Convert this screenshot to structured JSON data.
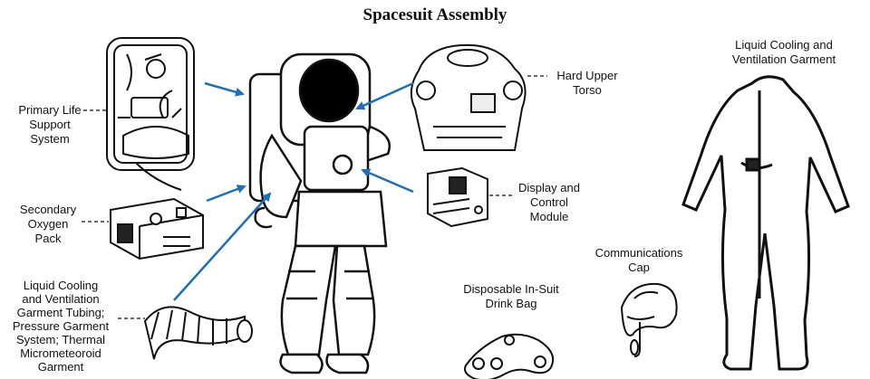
{
  "title": "Spacesuit Assembly",
  "colors": {
    "arrow": "#1f6fb2",
    "ink": "#111111",
    "background": "#ffffff"
  },
  "labels": {
    "plss": [
      "Primary Life",
      "Support",
      "System"
    ],
    "sop": [
      "Secondary",
      "Oxygen",
      "Pack"
    ],
    "lcvg_tubing": [
      "Liquid Cooling",
      "and Ventilation",
      "Garment Tubing;",
      "Pressure Garment",
      "System; Thermal",
      "Micrometeoroid",
      "Garment"
    ],
    "hut": [
      "Hard Upper",
      "Torso"
    ],
    "dcm": [
      "Display and",
      "Control",
      "Module"
    ],
    "drink_bag": [
      "Disposable In-Suit",
      "Drink Bag"
    ],
    "comm_cap": [
      "Communications",
      "Cap"
    ],
    "lcvg": [
      "Liquid Cooling and",
      "Ventilation Garment"
    ]
  },
  "components": [
    "primary-life-support-system",
    "secondary-oxygen-pack",
    "garment-tubing-thermal-garment",
    "hard-upper-torso",
    "display-control-module",
    "drink-bag",
    "communications-cap",
    "cooling-ventilation-garment",
    "astronaut"
  ]
}
